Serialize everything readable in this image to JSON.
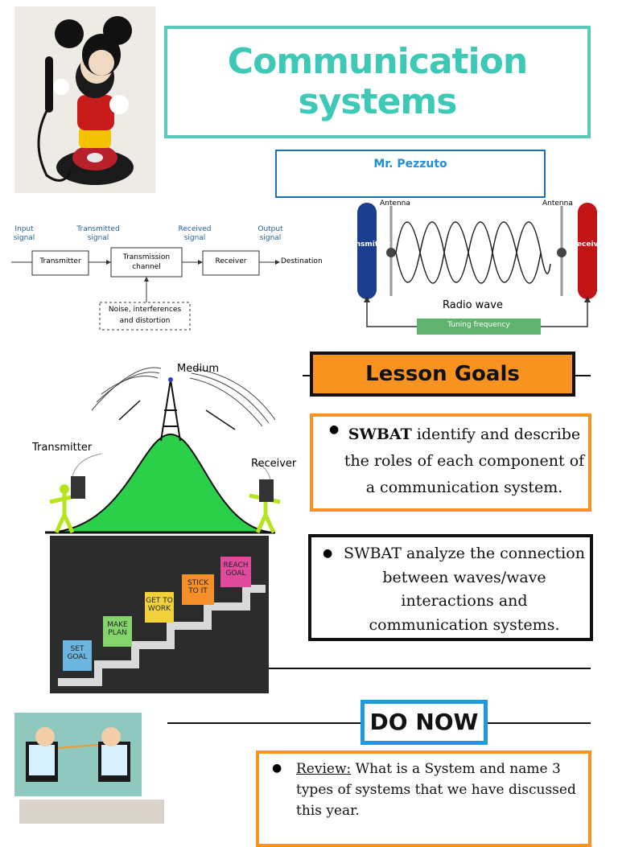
{
  "header": {
    "title_line1": "Communication",
    "title_line2": "systems",
    "author": "Mr. Pezzuto"
  },
  "block_diagram": {
    "input_signal": "Input signal",
    "transmitted_signal": "Transmitted signal",
    "received_signal": "Received signal",
    "output_signal": "Output signal",
    "transmitter": "Transmitter",
    "channel": "Transmission channel",
    "receiver": "Receiver",
    "destination": "Destination",
    "noise": "Noise, interferences and distortion"
  },
  "radio_diagram": {
    "antenna_left": "Antenna",
    "antenna_right": "Antenna",
    "transmitter": "Transmitter",
    "receiver": "Receiver",
    "radio_wave": "Radio wave",
    "tuning": "Tuning frequency"
  },
  "medium_diagram": {
    "medium": "Medium",
    "transmitter": "Transmitter",
    "receiver": "Receiver"
  },
  "stairs": {
    "step1": "SET GOAL",
    "step2": "MAKE PLAN",
    "step3": "GET TO WORK",
    "step4": "STICK TO IT",
    "step5": "REACH GOAL"
  },
  "goals": {
    "header": "Lesson Goals",
    "goal1_bold": "SWBAT",
    "goal1_rest": " identify and describe",
    "goal1_line2": "the roles of each component of",
    "goal1_line3": "a communication system.",
    "goal2_line1": "SWBAT analyze the connection",
    "goal2_line2": "between waves/wave",
    "goal2_line3": "interactions and",
    "goal2_line4": "communication systems."
  },
  "do_now": {
    "header": "DO NOW",
    "review_label": "Review:",
    "review_text": " What is a System and name 3",
    "review_line2": "types of systems that we have discussed",
    "review_line3": "this year."
  },
  "colors": {
    "teal": "#5cc9bd",
    "orange": "#f7931e",
    "blue": "#1e9be0"
  }
}
